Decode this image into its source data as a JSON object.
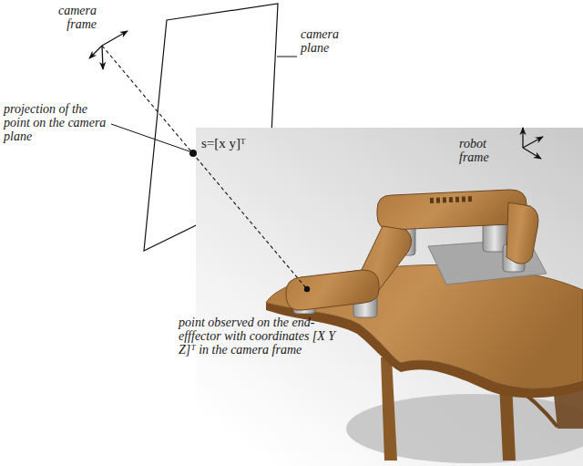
{
  "diagram": {
    "labels": [
      "camera frame",
      "camera plane",
      "projection of the point on the camera plane",
      "s=[x y]ᵀ",
      "robot frame",
      "point observed on the end-efffector with coordinates [X Y Z]ᵀ in the camera frame"
    ]
  }
}
